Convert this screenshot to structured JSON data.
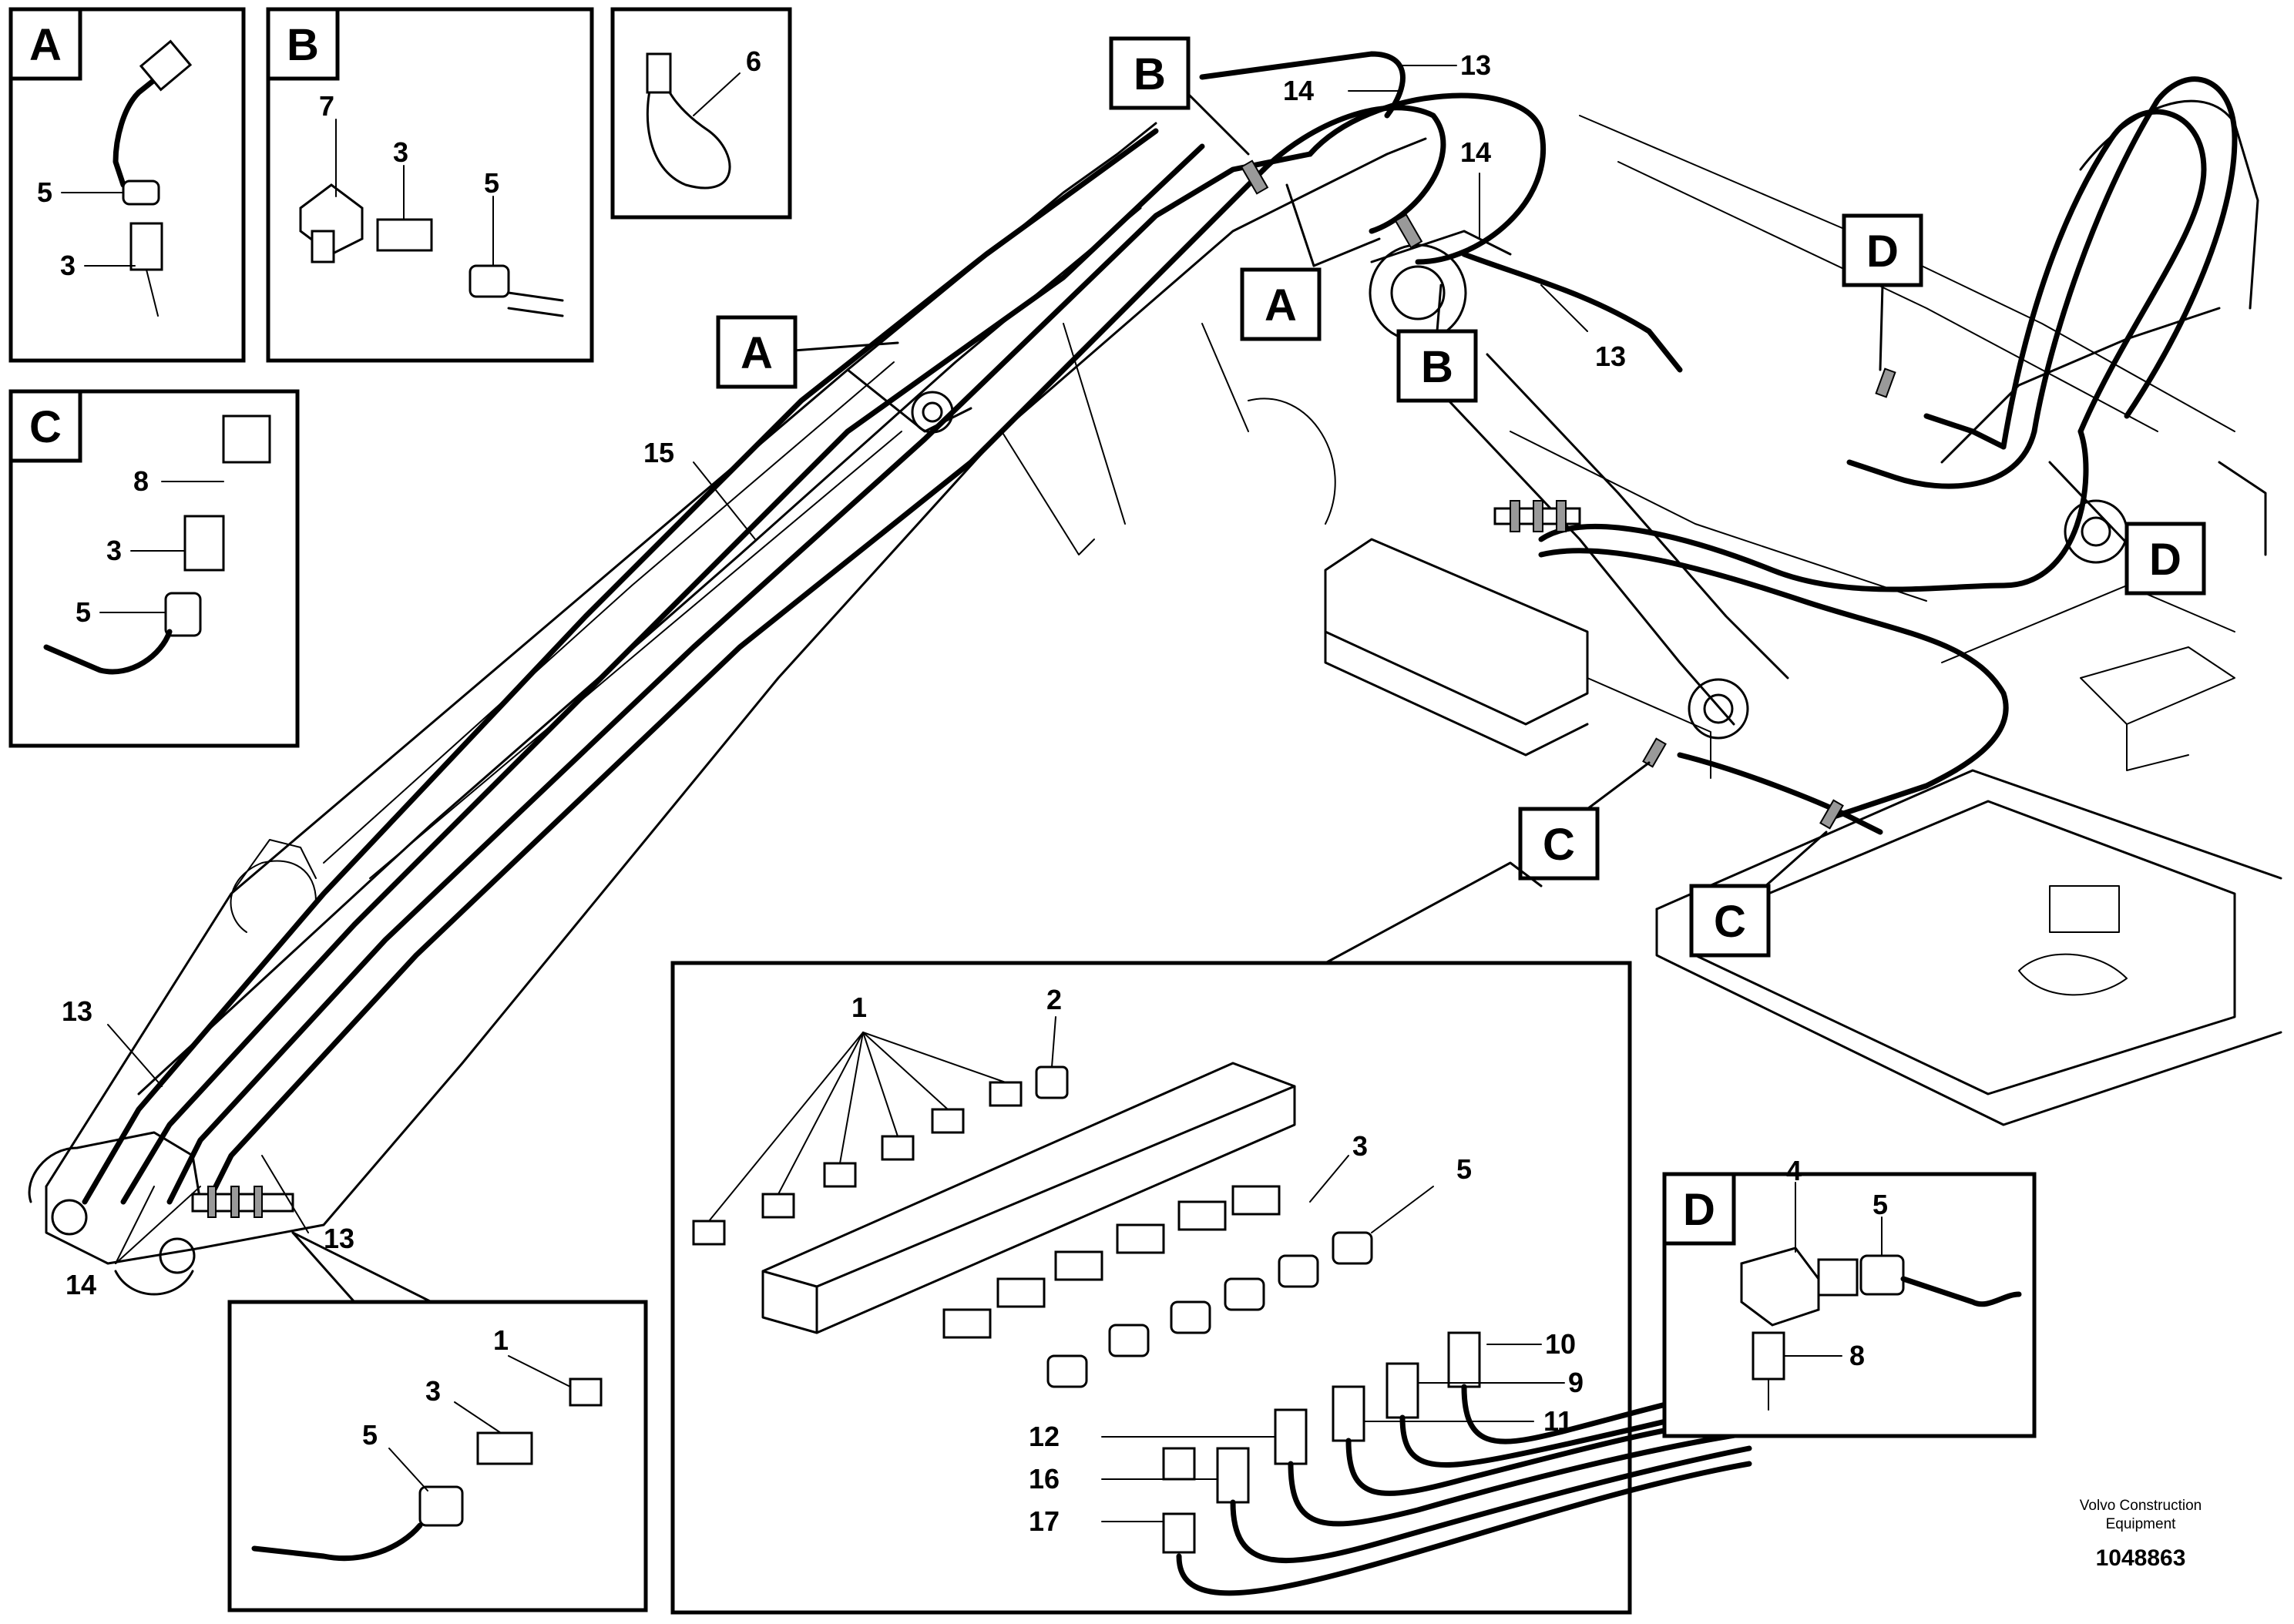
{
  "detail_labels": {
    "A": "A",
    "B": "B",
    "C": "C",
    "D": "D"
  },
  "part_numbers": [
    "1",
    "2",
    "3",
    "4",
    "5",
    "6",
    "7",
    "8",
    "9",
    "10",
    "11",
    "12",
    "13",
    "14",
    "15",
    "16",
    "17"
  ],
  "detail_views": {
    "A": {
      "label": "A",
      "parts": [
        "5",
        "3"
      ]
    },
    "B": {
      "label": "B",
      "parts": [
        "7",
        "3",
        "5"
      ]
    },
    "tie": {
      "parts": [
        "6"
      ]
    },
    "C": {
      "label": "C",
      "parts": [
        "8",
        "3",
        "5"
      ]
    },
    "D": {
      "label": "D",
      "parts": [
        "4",
        "5",
        "8"
      ]
    },
    "bracket_inset": {
      "parts": [
        "1",
        "2",
        "3",
        "5",
        "10",
        "9",
        "11",
        "12",
        "16",
        "17"
      ]
    },
    "nipple_inset": {
      "parts": [
        "1",
        "3",
        "5"
      ]
    }
  },
  "main_callouts": [
    "13",
    "14",
    "13",
    "14",
    "13",
    "15",
    "13",
    "14"
  ],
  "footer": {
    "company_line1": "Volvo Construction",
    "company_line2": "Equipment",
    "document_number": "1048863"
  }
}
